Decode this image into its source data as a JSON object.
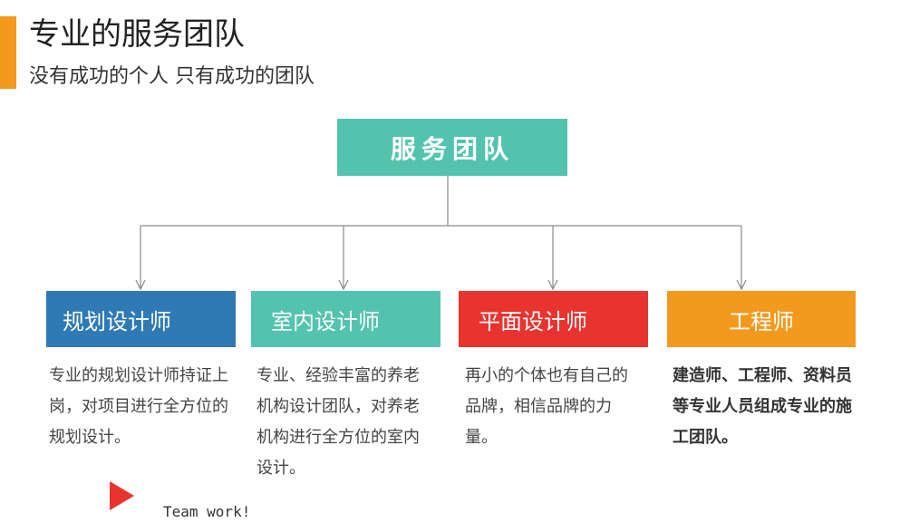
{
  "header": {
    "title": "专业的服务团队",
    "subtitle": "没有成功的个人 只有成功的团队"
  },
  "colors": {
    "accent": "#f39a1e",
    "teal": "#53c3ae",
    "blue": "#2f7ab5",
    "red": "#e8332e",
    "orange": "#f39a1e",
    "connector": "#8a8a8a"
  },
  "diagram": {
    "root": {
      "label": "服务团队"
    },
    "nodes": [
      {
        "label": "规划设计师",
        "color": "#2f7ab5",
        "description": "专业的规划设计师持证上岗，对项目进行全方位的规划设计。",
        "bold": false
      },
      {
        "label": "室内设计师",
        "color": "#53c3ae",
        "description": "专业、经验丰富的养老机构设计团队，对养老机构进行全方位的室内设计。",
        "bold": false
      },
      {
        "label": "平面设计师",
        "color": "#e8332e",
        "description": "再小的个体也有自己的品牌，相信品牌的力量。",
        "bold": false
      },
      {
        "label": "工程师",
        "color": "#f39a1e",
        "description": "建造师、工程师、资料员等专业人员组成专业的施工团队。",
        "bold": true
      }
    ]
  },
  "footer": {
    "icon": "play-triangle-icon",
    "text": "Team work!"
  }
}
